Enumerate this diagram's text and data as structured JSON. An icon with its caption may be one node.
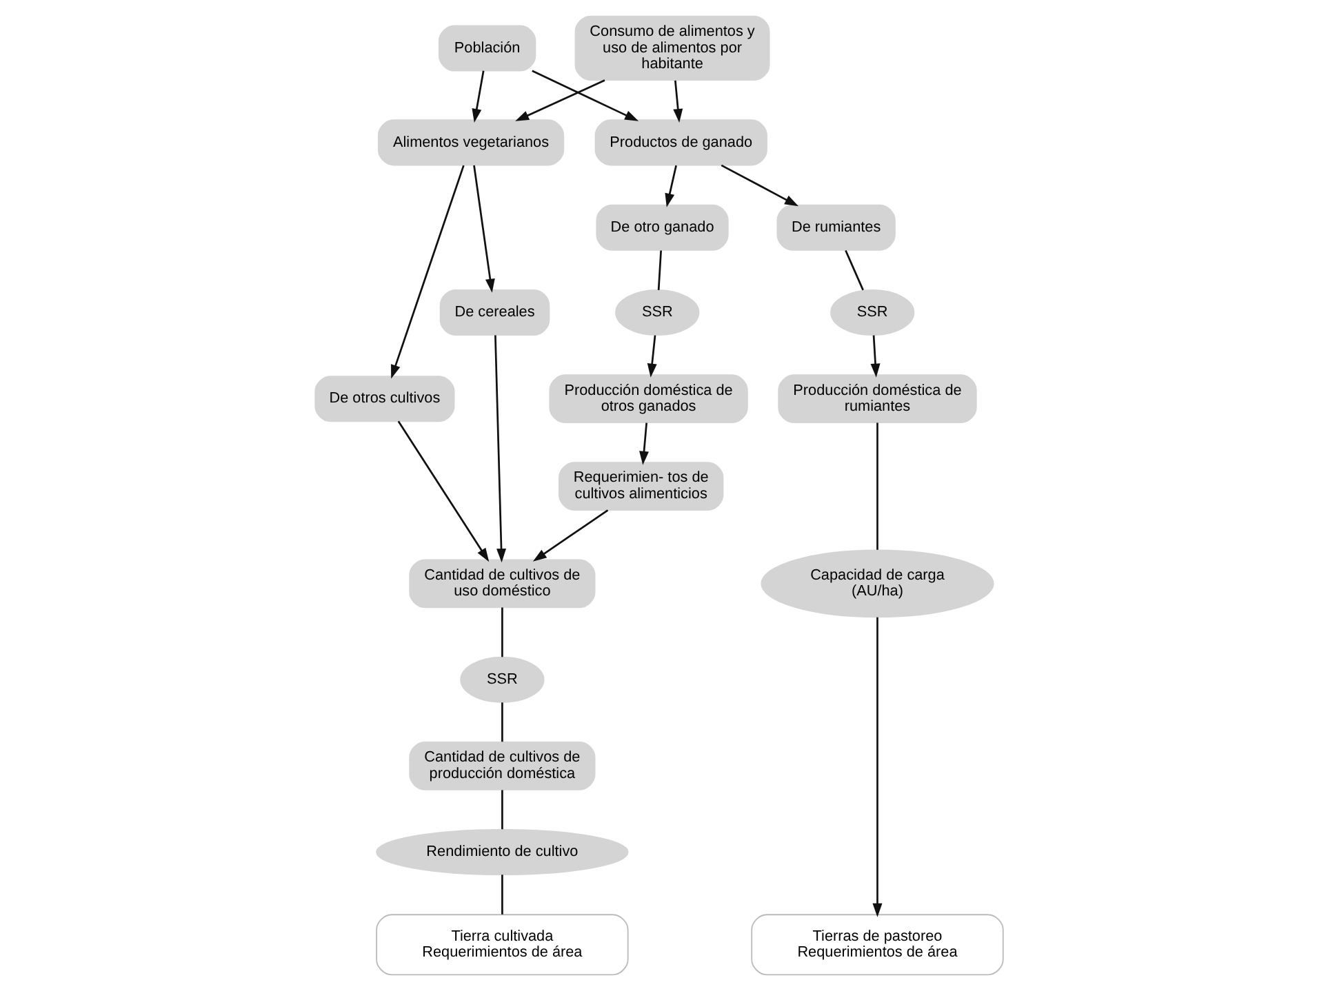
{
  "diagram": {
    "nodes": [
      {
        "text": [
          "Población"
        ]
      },
      {
        "text": [
          "Consumo de alimentos y uso de alimentos por habitante"
        ]
      },
      {
        "text": [
          "Alimentos vegetarianos"
        ]
      },
      {
        "text": [
          "Productos de ganado"
        ]
      },
      {
        "text": [
          "De cereales"
        ]
      },
      {
        "text": [
          "De otros cultivos"
        ]
      },
      {
        "text": [
          "De otro ganado"
        ]
      },
      {
        "text": [
          "De rumiantes"
        ]
      },
      {
        "text": [
          "Cantidad de cultivos de uso doméstico"
        ]
      },
      {
        "text": [
          "SSR"
        ]
      },
      {
        "text": [
          "Cantidad de cultivos de producción doméstica"
        ]
      },
      {
        "text": [
          "Rendimiento de cultivo"
        ]
      },
      {
        "text": [
          "Tierra cultivada Requerimientos de área"
        ]
      },
      {
        "text": [
          "SSR"
        ]
      },
      {
        "text": [
          "Producción doméstica de otros ganados"
        ]
      },
      {
        "text": [
          "Requerimien- tos de cultivos alimenticios"
        ]
      },
      {
        "text": [
          "SSR"
        ]
      },
      {
        "text": [
          "Producción doméstica de rumiantes"
        ]
      },
      {
        "text": [
          "Capacidad de carga (AU/ha)"
        ]
      },
      {
        "text": [
          "Tierras de pastoreo Requerimientos de área"
        ]
      }
    ],
    "edges": [
      {
        "from": 0,
        "to": 2,
        "arrow": "to"
      },
      {
        "from": 0,
        "to": 3,
        "arrow": "to"
      },
      {
        "from": 1,
        "to": 2,
        "arrow": "to"
      },
      {
        "from": 1,
        "to": 3,
        "arrow": "to"
      },
      {
        "from": 2,
        "to": 4,
        "arrow": "to"
      },
      {
        "from": 2,
        "to": 5,
        "arrow": "to"
      },
      {
        "from": 3,
        "to": 6,
        "arrow": "to"
      },
      {
        "from": 3,
        "to": 7,
        "arrow": "to"
      },
      {
        "from": 4,
        "to": 8,
        "arrow": "to"
      },
      {
        "from": 5,
        "to": 8,
        "arrow": "to"
      },
      {
        "from": 8,
        "to": 9,
        "arrow": "none"
      },
      {
        "from": 9,
        "to": 10,
        "arrow": "none"
      },
      {
        "from": 10,
        "to": 11,
        "arrow": "none"
      },
      {
        "from": 11,
        "to": 12,
        "arrow": "none"
      },
      {
        "from": 6,
        "to": 13,
        "arrow": "none"
      },
      {
        "from": 13,
        "to": 14,
        "arrow": "to"
      },
      {
        "from": 14,
        "to": 15,
        "arrow": "to"
      },
      {
        "from": 15,
        "to": 8,
        "arrow": "to"
      },
      {
        "from": 7,
        "to": 16,
        "arrow": "none"
      },
      {
        "from": 16,
        "to": 17,
        "arrow": "to"
      },
      {
        "from": 17,
        "to": 18,
        "arrow": "none"
      },
      {
        "from": 18,
        "to": 19,
        "arrow": "to"
      }
    ]
  }
}
